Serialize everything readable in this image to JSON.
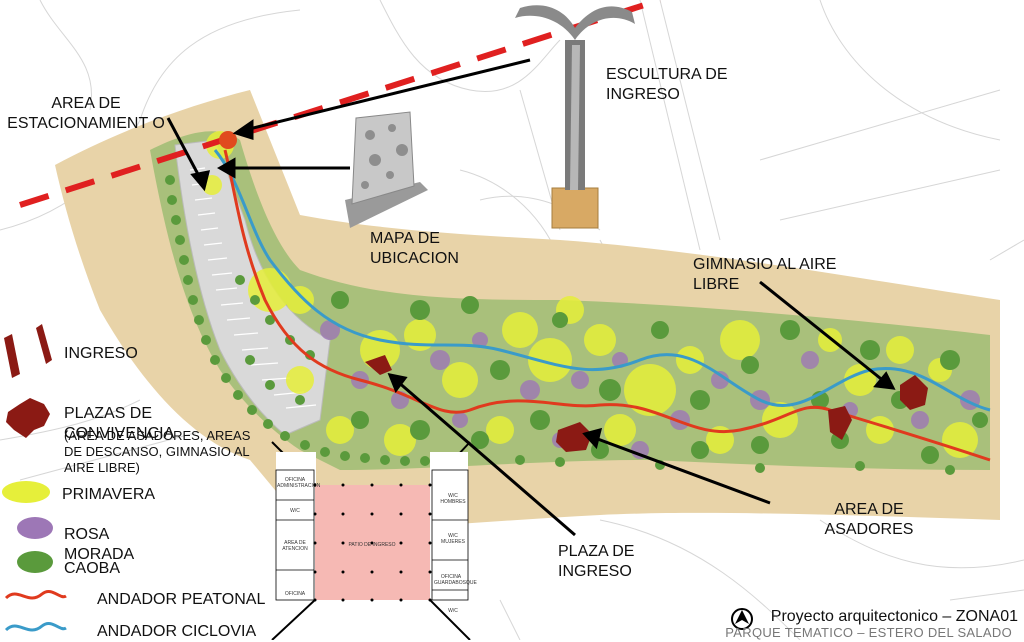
{
  "labels": {
    "estacionamiento": "AREA DE ESTACIONAMIENT O",
    "escultura": "ESCULTURA DE INGRESO",
    "mapa": "MAPA DE UBICACION",
    "gimnasio": "GIMNASIO AL AIRE LIBRE",
    "asadores": "AREA DE ASADORES",
    "plaza": "PLAZA DE INGRESO"
  },
  "legend": {
    "ingreso": "INGRESO",
    "plazas_title": "PLAZAS DE CONVIVENCIA",
    "plazas_detail": "(AREA DE ASADORES, AREAS DE DESCANSO, GIMNASIO AL AIRE LIBRE)",
    "primavera": "PRIMAVERA",
    "rosa_morada": "ROSA MORADA",
    "caoba": "CAOBA",
    "andador_peatonal": "ANDADOR PEATONAL",
    "andador_ciclovia": "ANDADOR CICLOVIA"
  },
  "plan": {
    "oficina_admin": "OFICINA ADMINISTRACION",
    "wc": "W/C",
    "area_atencion": "AREA DE ATENCION",
    "patio": "PATIO DE INGRESO",
    "oficina": "OFICINA",
    "wc_hombres": "W/C HOMBRES",
    "wc_mujeres": "W/C MUJERES",
    "oficina_guardabosque": "OFICINA GUARDABOSQUE",
    "wc2": "W/C"
  },
  "footer": {
    "title": "Proyecto arquitectonico – ZONA01",
    "subtitle": "PARQUE TEMATICO – ESTERO DEL SALADO"
  },
  "colors": {
    "tan": "#e8d3a8",
    "park_green": "#a9c07b",
    "tree_green": "#5a9a3c",
    "primavera": "#e6ef3a",
    "rosa_morada": "#9d77b6",
    "plaza_red": "#8b1a14",
    "peatonal": "#e03a1e",
    "ciclovia": "#3a9bc9",
    "dashed_line": "#e02020",
    "patio": "#f6b9b4"
  },
  "icons": [
    "ingreso-icon",
    "plaza-icon",
    "north-arrow-icon"
  ]
}
